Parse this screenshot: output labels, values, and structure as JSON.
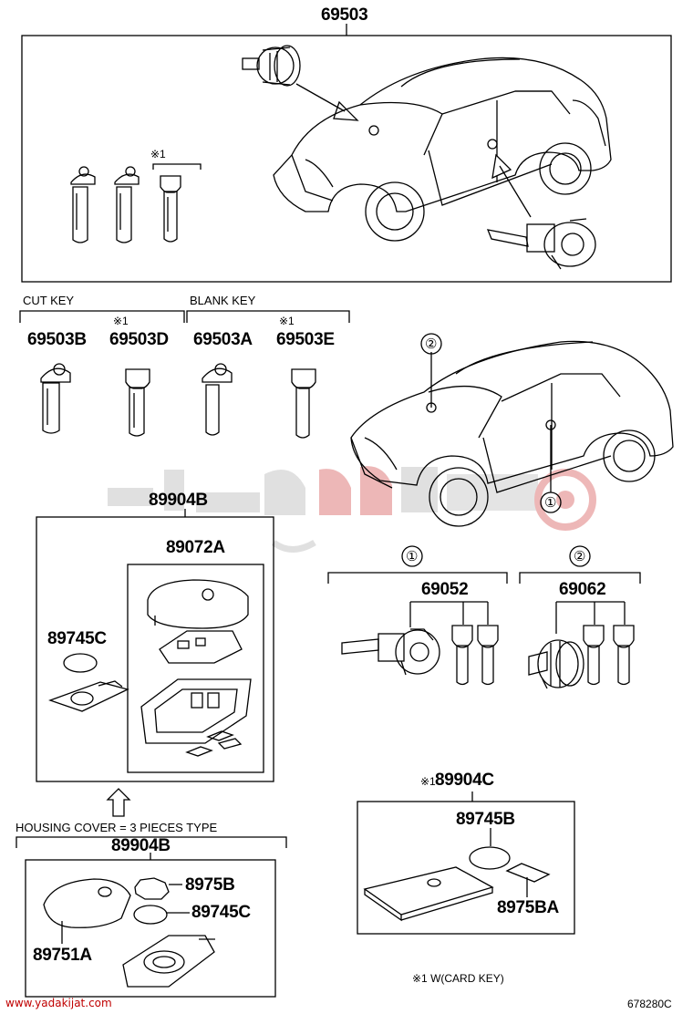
{
  "top_section": {
    "part_number": "69503"
  },
  "key_groups": {
    "cut_key": {
      "label": "CUT KEY"
    },
    "blank_key": {
      "label": "BLANK KEY"
    },
    "note_mark": "※1",
    "parts": [
      "69503B",
      "69503D",
      "69503A",
      "69503E"
    ]
  },
  "callouts": {
    "one": "①",
    "two": "②"
  },
  "cylinder_sets": {
    "set1": {
      "callout": "①",
      "part_number": "69052"
    },
    "set2": {
      "callout": "②",
      "part_number": "69062"
    }
  },
  "transmitter_box": {
    "part_number": "89904B",
    "housing": "89072A",
    "battery": "89745C"
  },
  "housing_note": "HOUSING COVER = 3 PIECES TYPE",
  "three_piece_box": {
    "part_number": "89904B",
    "parts": {
      "cover_b": "8975B",
      "battery": "89745C",
      "cover_a": "89751A"
    }
  },
  "card_key_box": {
    "note_mark": "※1",
    "part_number": "89904C",
    "battery": "89745B",
    "cover": "8975BA"
  },
  "footnote": "※1 W(CARD KEY)",
  "watermark": {
    "url": "www.yadakijat.com",
    "logo_text": "یدکیجات"
  },
  "diagram_code": "678280C",
  "colors": {
    "line": "#000000",
    "watermark_red": "#c00000",
    "watermark_grey": "#d9d9d9"
  }
}
